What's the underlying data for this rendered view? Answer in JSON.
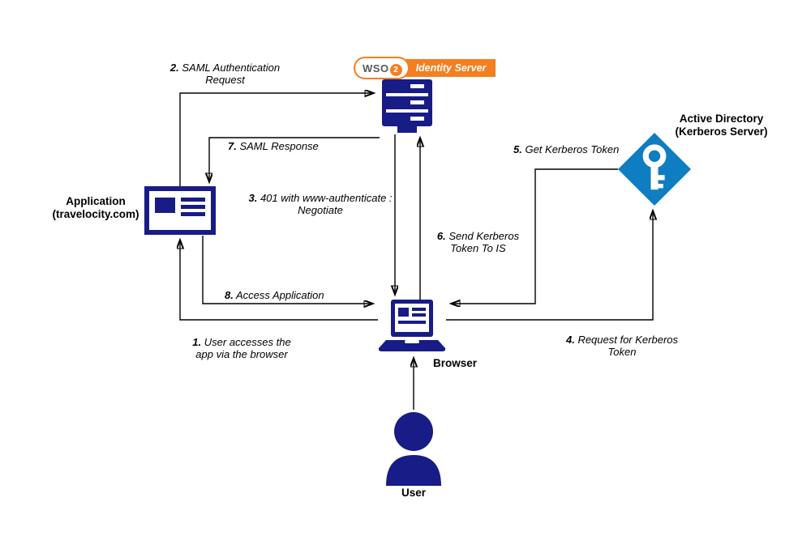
{
  "colors": {
    "navy": "#181c86",
    "ad_blue": "#0f7dc2",
    "orange": "#f57e20",
    "brand_gray": "#58595b"
  },
  "nodes": {
    "identity_server": {
      "brand": "WSO",
      "brand_sub": "2",
      "label": "Identity Server"
    },
    "application": {
      "label_line1": "Application",
      "label_line2": "(travelocity.com)"
    },
    "active_directory": {
      "label_line1": "Active Directory",
      "label_line2": "(Kerberos Server)"
    },
    "browser": {
      "label": "Browser"
    },
    "user": {
      "label": "User"
    }
  },
  "steps": {
    "s1": {
      "num": "1.",
      "text": "User accesses the app via the browser"
    },
    "s2": {
      "num": "2.",
      "text": "SAML Authentication Request"
    },
    "s3": {
      "num": "3.",
      "text": "401 with www-authenticate : Negotiate"
    },
    "s4": {
      "num": "4.",
      "text": "Request for Kerberos Token"
    },
    "s5": {
      "num": "5.",
      "text": "Get Kerberos Token"
    },
    "s6": {
      "num": "6.",
      "text": "Send Kerberos Token To IS"
    },
    "s7": {
      "num": "7.",
      "text": "SAML Response"
    },
    "s8": {
      "num": "8.",
      "text": "Access Application"
    }
  }
}
